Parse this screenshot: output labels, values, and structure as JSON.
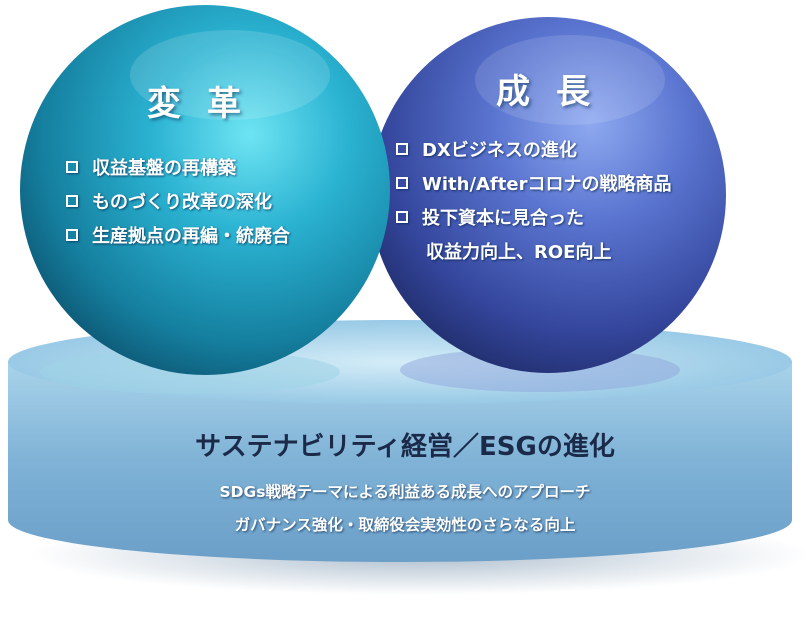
{
  "left_sphere": {
    "title": "変革",
    "items": [
      "収益基盤の再構築",
      "ものづくり改革の深化",
      "生産拠点の再編・統廃合"
    ]
  },
  "right_sphere": {
    "title": "成長",
    "items": [
      "DXビジネスの進化",
      "With/Afterコロナの戦略商品",
      "投下資本に見合った",
      "収益力向上、ROE向上"
    ]
  },
  "base": {
    "title": "サステナビリティ経営／ESGの進化",
    "lines": [
      "SDGs戦略テーマによる利益ある成長へのアプローチ",
      "ガバナンス強化・取締役会実効性のさらなる向上"
    ]
  },
  "colors": {
    "left_sphere": "#1fa6c7",
    "right_sphere": "#3f58b8",
    "platform": "#8fbedc",
    "title_text": "#1c2a4a"
  }
}
